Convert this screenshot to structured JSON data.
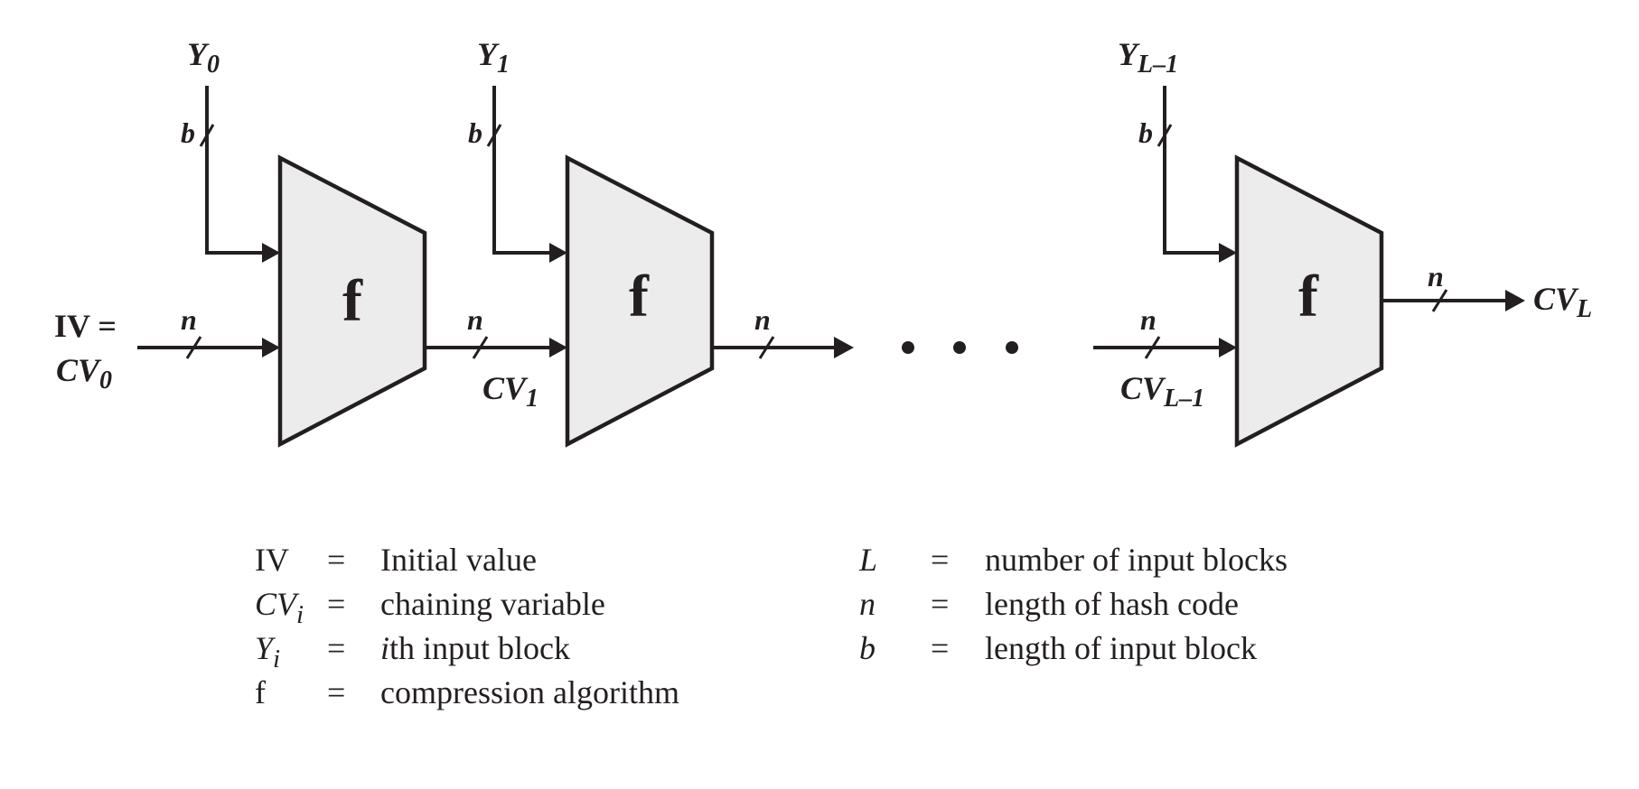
{
  "diagram": {
    "block_label": "f",
    "width_label_n": "n",
    "width_label_b": "b",
    "ellipsis": "• • •",
    "inputs": [
      {
        "base": "Y",
        "sub": "0"
      },
      {
        "base": "Y",
        "sub": "1"
      },
      {
        "base": "Y",
        "sub": "L–1"
      }
    ],
    "iv_label": "IV =",
    "cv0": {
      "base": "CV",
      "sub": "0"
    },
    "cv1": {
      "base": "CV",
      "sub": "1"
    },
    "cvl1": {
      "base": "CV",
      "sub": "L–1"
    },
    "cvl": {
      "base": "CV",
      "sub": "L"
    }
  },
  "legend": {
    "left": [
      {
        "sym": "IV",
        "sym_sub": "",
        "eq": "=",
        "def_pre": "",
        "def": "Initial value"
      },
      {
        "sym": "CV",
        "sym_sub": "i",
        "eq": "=",
        "def_pre": "",
        "def": "chaining variable"
      },
      {
        "sym": "Y",
        "sym_sub": "i",
        "eq": "=",
        "def_pre": "i",
        "def": "th input block"
      },
      {
        "sym": "f",
        "sym_sub": "",
        "eq": "=",
        "def_pre": "",
        "def": "compression algorithm"
      }
    ],
    "right": [
      {
        "sym": "L",
        "eq": "=",
        "def": "number of input blocks"
      },
      {
        "sym": "n",
        "eq": "=",
        "def": "length of hash code"
      },
      {
        "sym": "b",
        "eq": "=",
        "def": "length of input block"
      }
    ]
  }
}
